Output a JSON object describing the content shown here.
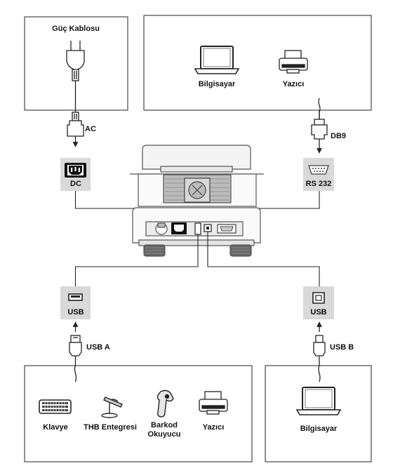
{
  "power": {
    "title": "Güç Kablosu",
    "ac_label": "AC",
    "dc_label": "DC"
  },
  "pc_printer": {
    "computer": "Bilgisayar",
    "printer": "Yazıcı"
  },
  "serial": {
    "cable_label": "DB9",
    "port_label": "RS 232"
  },
  "usb_a": {
    "port_label": "USB",
    "cable_label": "USB A"
  },
  "usb_b": {
    "port_label": "USB",
    "cable_label": "USB B"
  },
  "usb_a_devices": {
    "keyboard": "Klavye",
    "thb": "THB Entegresi",
    "barcode_line1": "Barkod",
    "barcode_line2": "Okuyucu",
    "printer": "Yazıcı"
  },
  "usb_b_devices": {
    "computer": "Bilgisayar"
  },
  "icons": [
    "power-plug-icon",
    "laptop-icon",
    "printer-icon",
    "keyboard-icon",
    "microphone-icon",
    "barcode-scanner-icon",
    "usb-a-port-icon",
    "usb-b-port-icon",
    "db9-port-icon",
    "iec-socket-icon"
  ]
}
